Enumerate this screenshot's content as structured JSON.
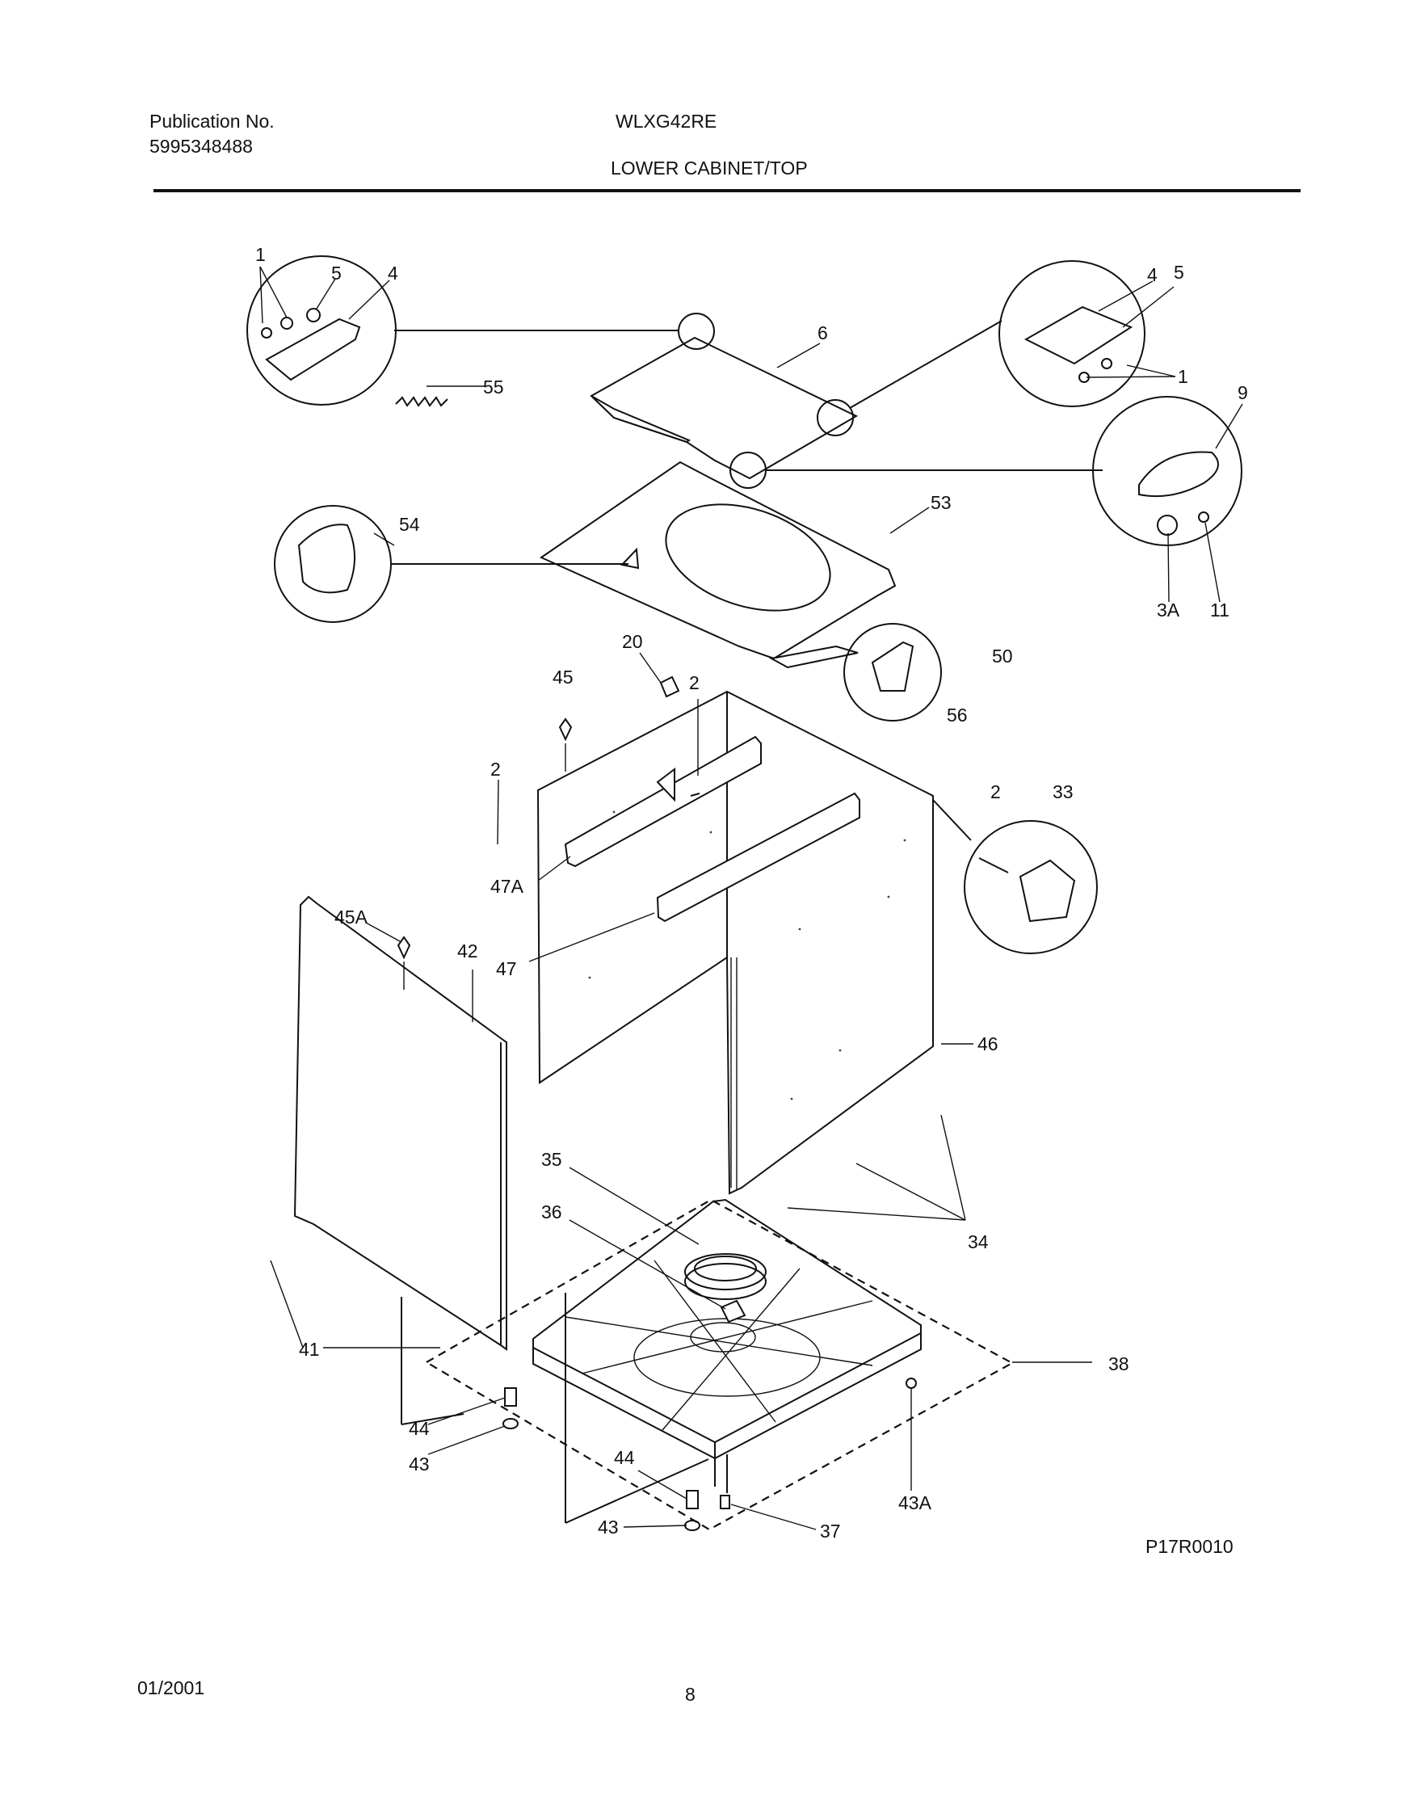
{
  "header": {
    "publication_label": "Publication No.",
    "publication_number": "5995348488",
    "model": "WLXG42RE",
    "section_title": "LOWER CABINET/TOP"
  },
  "diagram": {
    "callouts": {
      "c1a": "1",
      "c5a": "5",
      "c4a": "4",
      "c55": "55",
      "c6": "6",
      "c4b": "4",
      "c5b": "5",
      "c1b": "1",
      "c9": "9",
      "c54": "54",
      "c53": "53",
      "c3A": "3A",
      "c11": "11",
      "c20": "20",
      "c50": "50",
      "c45": "45",
      "c2a": "2",
      "c56": "56",
      "c2b": "2",
      "c2c": "2",
      "c33": "33",
      "c47A": "47A",
      "c45A": "45A",
      "c42": "42",
      "c47": "47",
      "c46": "46",
      "c35": "35",
      "c36": "36",
      "c34": "34",
      "c41": "41",
      "c38": "38",
      "c44a": "44",
      "c43a": "43",
      "c44b": "44",
      "c43A": "43A",
      "c43b": "43",
      "c37": "37"
    },
    "drawing_code": "P17R0010"
  },
  "footer": {
    "date": "01/2001",
    "page_number": "8"
  }
}
